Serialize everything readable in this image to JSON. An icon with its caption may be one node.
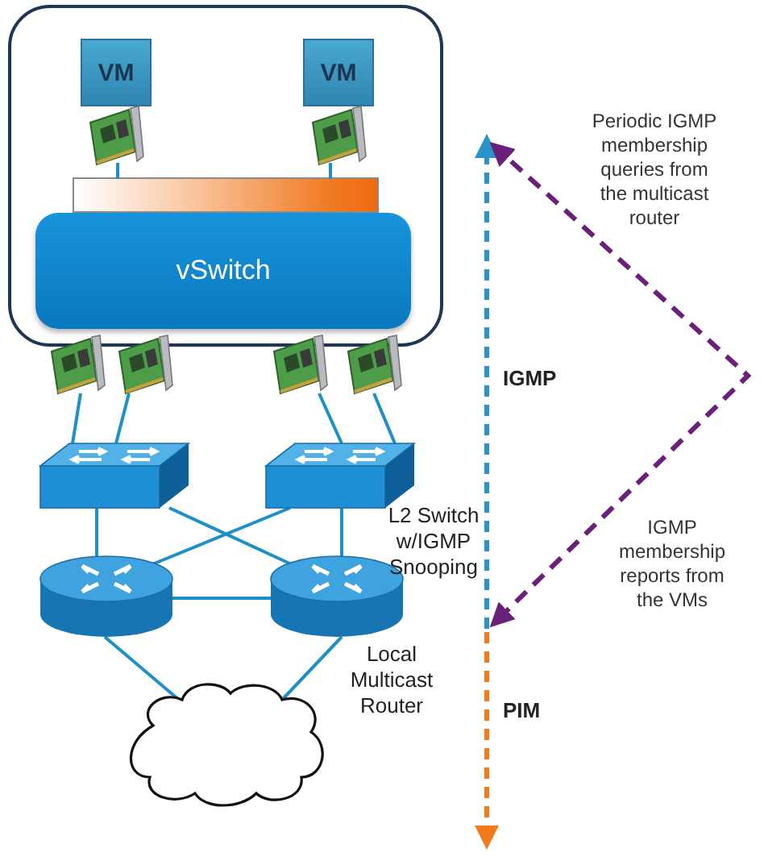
{
  "diagram": {
    "nodes": [
      {
        "text": [],
        "shape": "box"
      },
      {
        "text": [
          "VM"
        ],
        "in": 0
      },
      {
        "text": [
          "VM"
        ],
        "in": 0
      },
      {
        "text": [],
        "shape": "picture",
        "in": 0
      },
      {
        "text": [],
        "shape": "picture",
        "in": 0
      },
      {
        "text": [],
        "shape": "bar",
        "in": 0
      },
      {
        "text": [
          "vSwitch"
        ],
        "in": 0
      },
      {
        "text": [],
        "shape": "picture"
      },
      {
        "text": [],
        "shape": "picture"
      },
      {
        "text": [],
        "shape": "picture"
      },
      {
        "text": [],
        "shape": "picture"
      },
      {
        "text": [],
        "shape": "picture"
      },
      {
        "text": [],
        "shape": "picture",
        "beside": [
          "L2 Switch w/IGMP Snooping"
        ]
      },
      {
        "text": [],
        "shape": "picture"
      },
      {
        "text": [],
        "shape": "picture",
        "beside": [
          "Local Multicast Router"
        ]
      },
      {
        "text": [],
        "shape": "cloud"
      }
    ],
    "edges": [
      {
        "from": 3,
        "to": 5,
        "arrow": "none"
      },
      {
        "from": 4,
        "to": 5,
        "arrow": "none"
      },
      {
        "from": 7,
        "to": 11,
        "arrow": "none"
      },
      {
        "from": 8,
        "to": 11,
        "arrow": "none"
      },
      {
        "from": 9,
        "to": 12,
        "arrow": "none"
      },
      {
        "from": 10,
        "to": 12,
        "arrow": "none"
      },
      {
        "from": 11,
        "to": 13,
        "arrow": "none"
      },
      {
        "from": 11,
        "to": 14,
        "arrow": "none"
      },
      {
        "from": 12,
        "to": 13,
        "arrow": "none"
      },
      {
        "from": 12,
        "to": 14,
        "arrow": "none"
      },
      {
        "from": 13,
        "to": 14,
        "arrow": "none"
      },
      {
        "from": 13,
        "to": 15,
        "arrow": "none"
      },
      {
        "from": 14,
        "to": 15,
        "arrow": "none"
      }
    ],
    "labels": [
      "Periodic IGMP membership queries from the multicast router",
      "IGMP",
      "IGMP membership reports from the VMs",
      "PIM"
    ]
  }
}
